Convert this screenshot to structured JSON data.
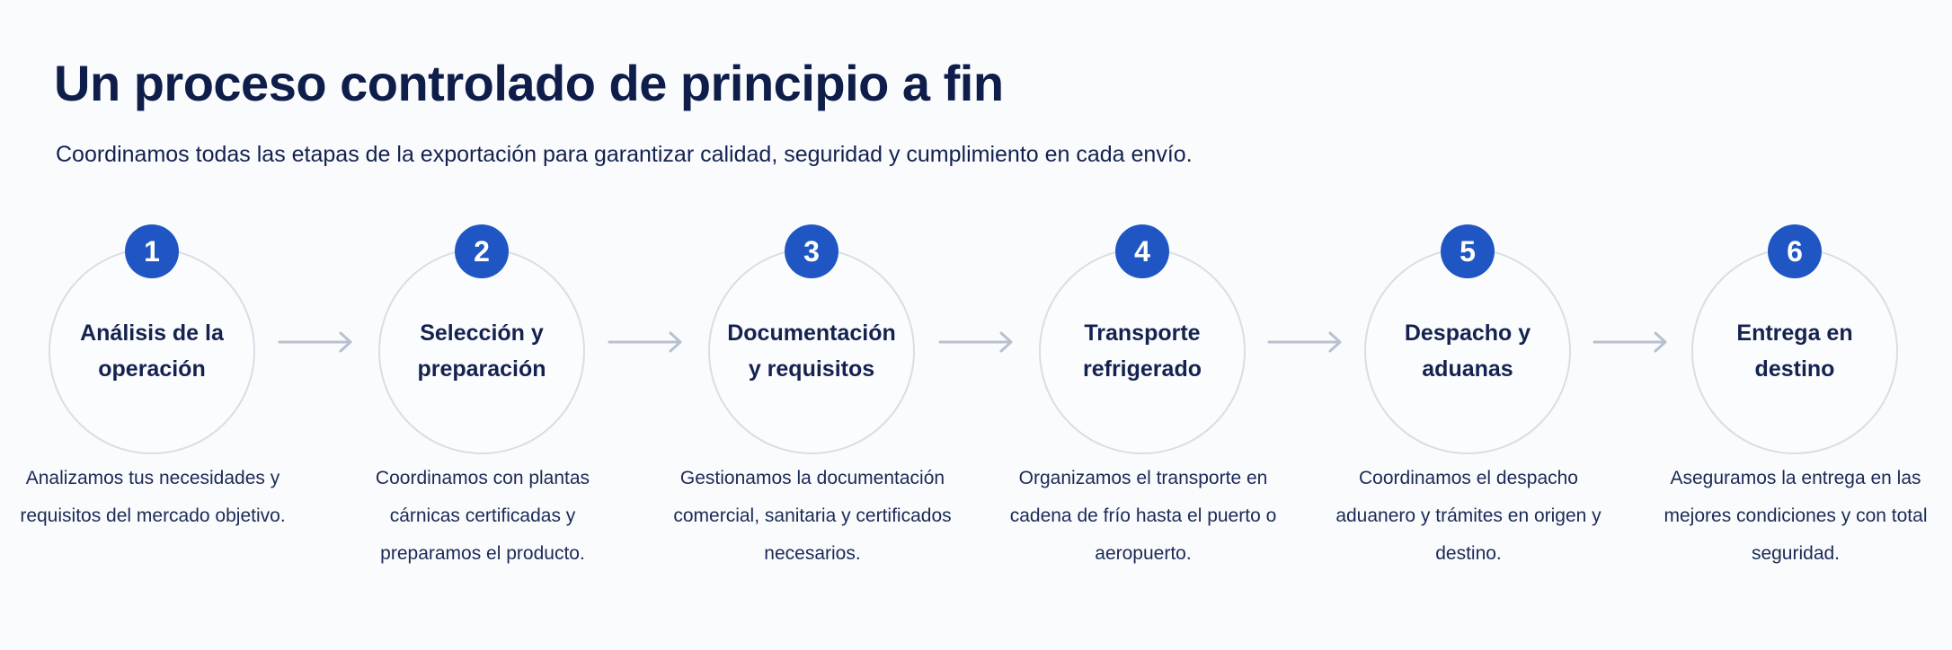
{
  "header": {
    "title": "Un proceso controlado de principio a fin",
    "subtitle": "Coordinamos todas las etapas de la exportación para garantizar calidad, seguridad y cumplimiento en cada envío."
  },
  "steps": [
    {
      "number": "1",
      "title": "Análisis de la operación",
      "description": "Analizamos tus necesidades y requisitos del mercado objetivo."
    },
    {
      "number": "2",
      "title": "Selección y preparación",
      "description": "Coordinamos con plantas cárnicas certificadas y preparamos el producto."
    },
    {
      "number": "3",
      "title": "Documentación y requisitos",
      "description": "Gestionamos la documentación comercial, sanitaria y certificados necesarios."
    },
    {
      "number": "4",
      "title": "Transporte refrigerado",
      "description": "Organizamos el transporte en cadena de frío hasta el puerto o aeropuerto."
    },
    {
      "number": "5",
      "title": "Despacho y aduanas",
      "description": "Coordinamos el despacho aduanero y trámites en origen y destino."
    },
    {
      "number": "6",
      "title": "Entrega en destino",
      "description": "Aseguramos la entrega en las mejores condiciones y con total seguridad."
    }
  ],
  "colors": {
    "accent": "#1f56c4",
    "title_text": "#0f1d4a",
    "circle_border": "#d9dde6",
    "arrow": "#b8c0d0",
    "background": "#fafbfd"
  },
  "icons": {
    "connector": "arrow-right-icon"
  }
}
